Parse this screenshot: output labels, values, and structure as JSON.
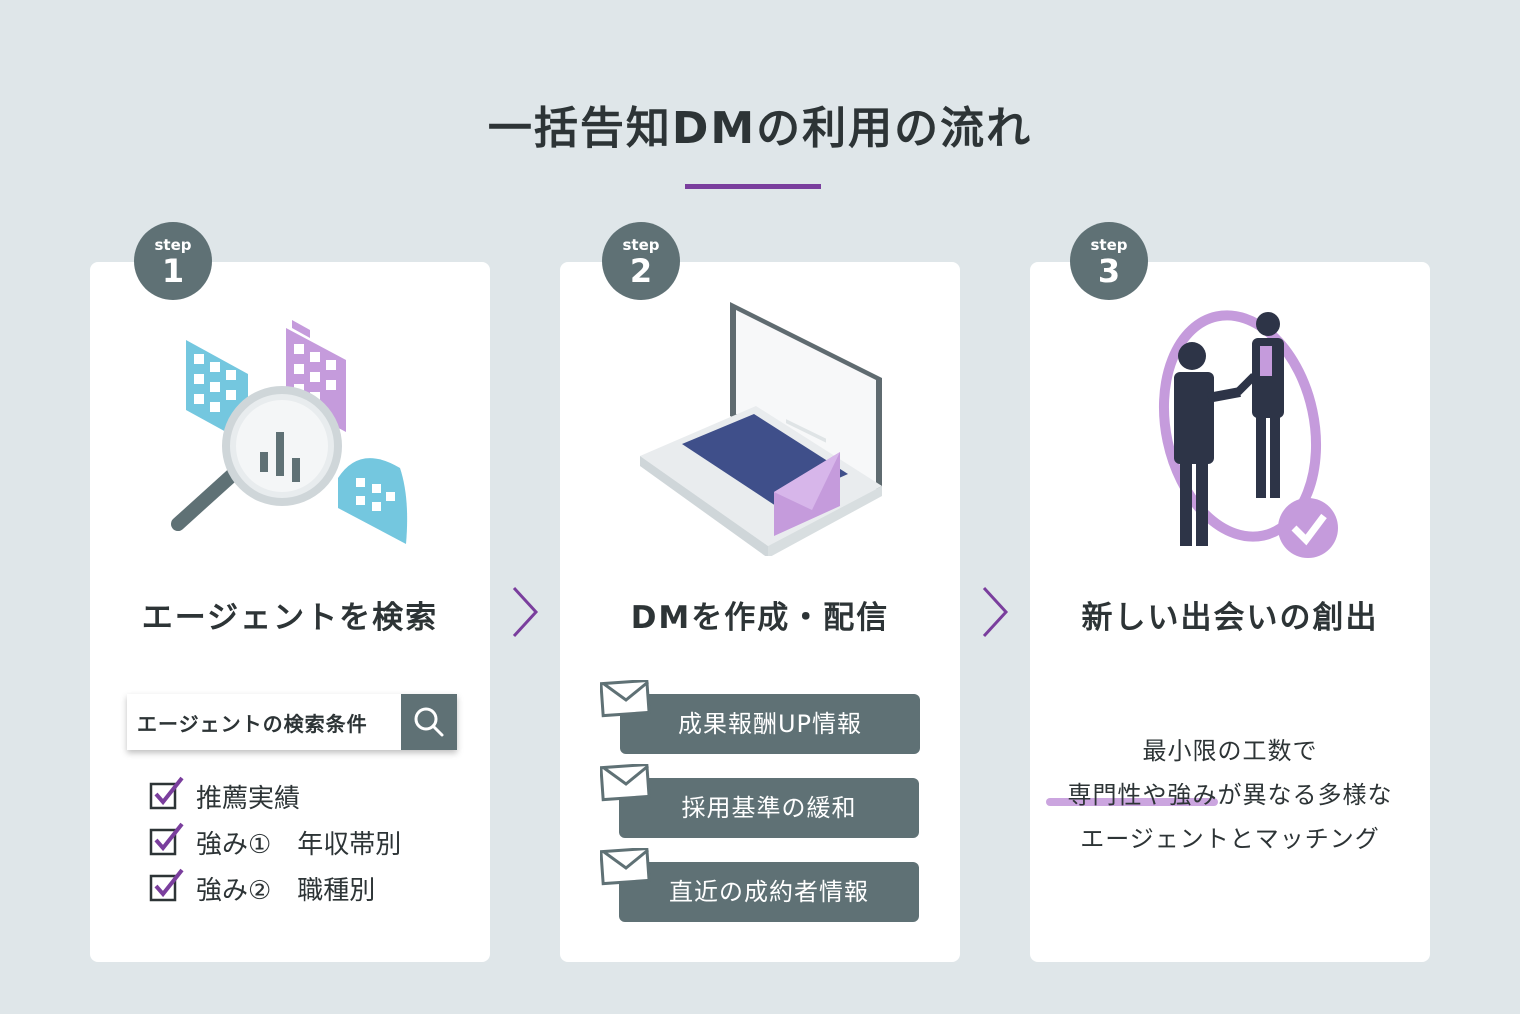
{
  "title": "一括告知DMの利用の流れ",
  "colors": {
    "background": "#dfe6e9",
    "accent": "#7a3e9d",
    "badge": "#5f7175",
    "light_purple": "#c59bdc",
    "light_blue": "#74c7df"
  },
  "steps": [
    {
      "badge_label": "step",
      "badge_number": "1",
      "heading": "エージェントを検索",
      "search_label": "エージェントの検索条件",
      "search_icon": "search-icon",
      "checklist": [
        "推薦実績",
        "強み①　年収帯別",
        "強み②　職種別"
      ]
    },
    {
      "badge_label": "step",
      "badge_number": "2",
      "heading": "DMを作成・配信",
      "messages": [
        "成果報酬UP情報",
        "採用基準の緩和",
        "直近の成約者情報"
      ]
    },
    {
      "badge_label": "step",
      "badge_number": "3",
      "heading": "新しい出会いの創出",
      "description": [
        "最小限の工数で",
        "専門性や強みが異なる多様な",
        "エージェントとマッチング"
      ]
    }
  ]
}
